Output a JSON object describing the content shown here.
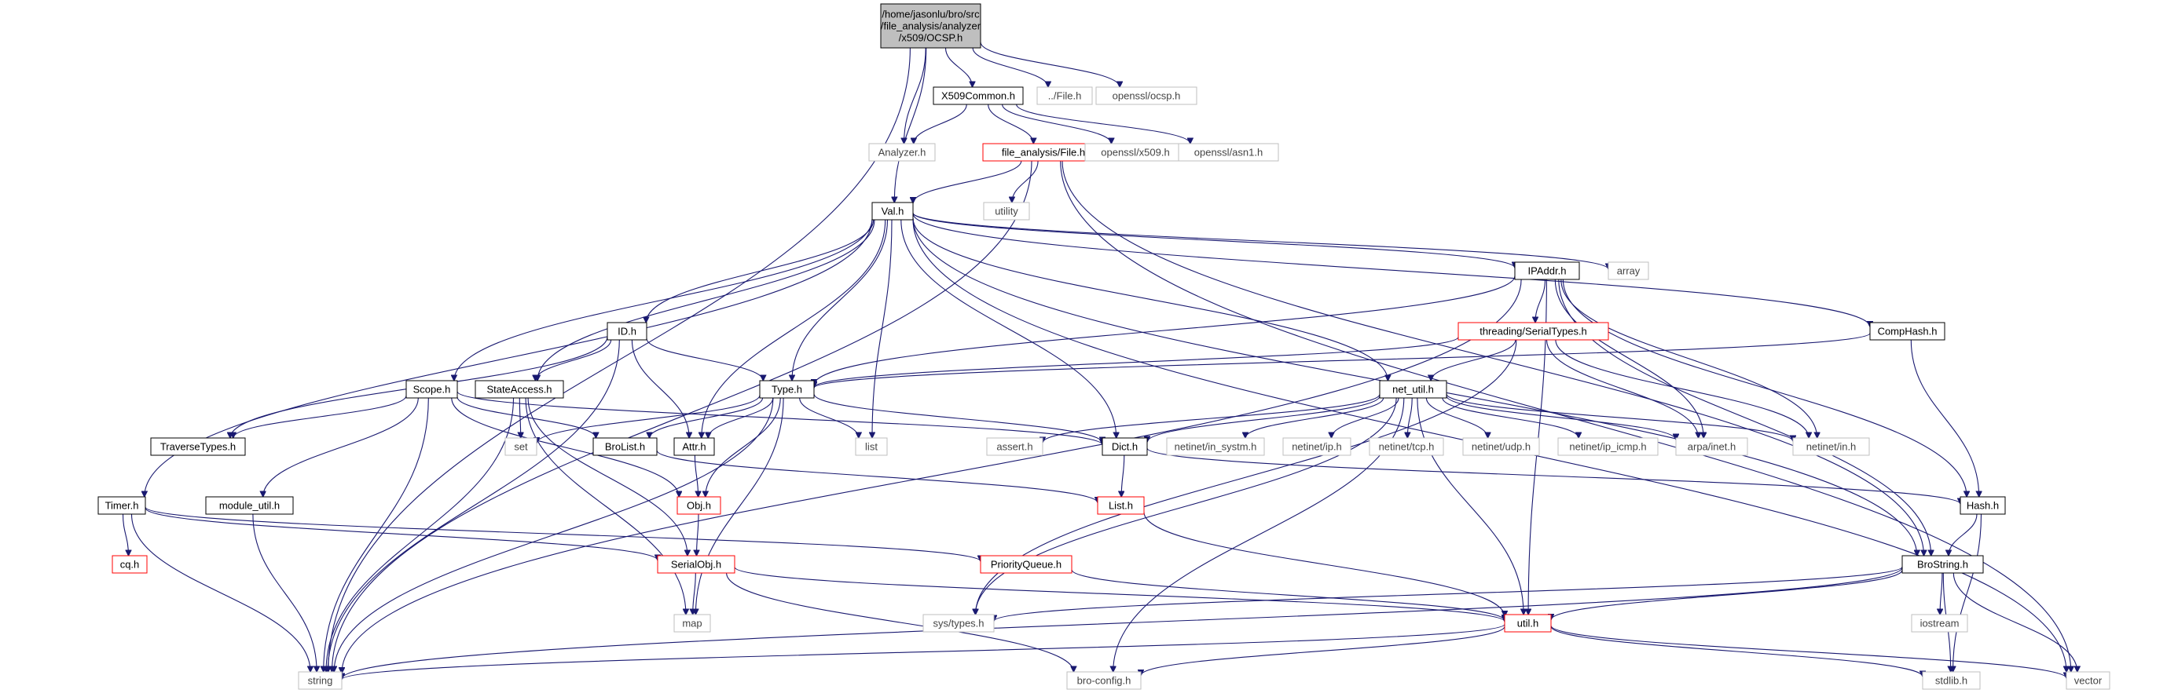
{
  "graph": {
    "nodes": {
      "ocsp": {
        "label": [
          "/home/jasonlu/bro/src",
          "/file_analysis/analyzer",
          "/x509/OCSP.h"
        ],
        "kind": "root"
      },
      "x509common": {
        "label": [
          "X509Common.h"
        ],
        "kind": "documented"
      },
      "file_rel": {
        "label": [
          "../File.h"
        ],
        "kind": "system"
      },
      "openssl_ocsp": {
        "label": [
          "openssl/ocsp.h"
        ],
        "kind": "system"
      },
      "analyzer": {
        "label": [
          "Analyzer.h"
        ],
        "kind": "system"
      },
      "fa_file": {
        "label": [
          "file_analysis/File.h"
        ],
        "kind": "truncated"
      },
      "openssl_x509": {
        "label": [
          "openssl/x509.h"
        ],
        "kind": "system"
      },
      "openssl_asn1": {
        "label": [
          "openssl/asn1.h"
        ],
        "kind": "system"
      },
      "utility": {
        "label": [
          "utility"
        ],
        "kind": "system"
      },
      "val": {
        "label": [
          "Val.h"
        ],
        "kind": "documented"
      },
      "ipaddr": {
        "label": [
          "IPAddr.h"
        ],
        "kind": "documented"
      },
      "array": {
        "label": [
          "array"
        ],
        "kind": "system"
      },
      "comphash": {
        "label": [
          "CompHash.h"
        ],
        "kind": "documented"
      },
      "id": {
        "label": [
          "ID.h"
        ],
        "kind": "documented"
      },
      "serialtypes": {
        "label": [
          "threading/SerialTypes.h"
        ],
        "kind": "truncated"
      },
      "scope": {
        "label": [
          "Scope.h"
        ],
        "kind": "documented"
      },
      "stateaccess": {
        "label": [
          "StateAccess.h"
        ],
        "kind": "documented"
      },
      "type": {
        "label": [
          "Type.h"
        ],
        "kind": "documented"
      },
      "net_util": {
        "label": [
          "net_util.h"
        ],
        "kind": "documented"
      },
      "traversetypes": {
        "label": [
          "TraverseTypes.h"
        ],
        "kind": "documented"
      },
      "set": {
        "label": [
          "set"
        ],
        "kind": "system"
      },
      "brolist": {
        "label": [
          "BroList.h"
        ],
        "kind": "documented"
      },
      "attr": {
        "label": [
          "Attr.h"
        ],
        "kind": "documented"
      },
      "list": {
        "label": [
          "list"
        ],
        "kind": "system"
      },
      "assert": {
        "label": [
          "assert.h"
        ],
        "kind": "system"
      },
      "dict": {
        "label": [
          "Dict.h"
        ],
        "kind": "documented"
      },
      "in_systm": {
        "label": [
          "netinet/in_systm.h"
        ],
        "kind": "system"
      },
      "ip": {
        "label": [
          "netinet/ip.h"
        ],
        "kind": "system"
      },
      "tcp": {
        "label": [
          "netinet/tcp.h"
        ],
        "kind": "system"
      },
      "udp": {
        "label": [
          "netinet/udp.h"
        ],
        "kind": "system"
      },
      "ip_icmp": {
        "label": [
          "netinet/ip_icmp.h"
        ],
        "kind": "system"
      },
      "arpa_inet": {
        "label": [
          "arpa/inet.h"
        ],
        "kind": "system"
      },
      "netinet_in": {
        "label": [
          "netinet/in.h"
        ],
        "kind": "system"
      },
      "timer": {
        "label": [
          "Timer.h"
        ],
        "kind": "documented"
      },
      "module_util": {
        "label": [
          "module_util.h"
        ],
        "kind": "documented"
      },
      "obj": {
        "label": [
          "Obj.h"
        ],
        "kind": "truncated"
      },
      "list_h": {
        "label": [
          "List.h"
        ],
        "kind": "truncated"
      },
      "hash": {
        "label": [
          "Hash.h"
        ],
        "kind": "documented"
      },
      "cq": {
        "label": [
          "cq.h"
        ],
        "kind": "truncated"
      },
      "serialobj": {
        "label": [
          "SerialObj.h"
        ],
        "kind": "truncated"
      },
      "priorityqueue": {
        "label": [
          "PriorityQueue.h"
        ],
        "kind": "truncated"
      },
      "brostring": {
        "label": [
          "BroString.h"
        ],
        "kind": "documented"
      },
      "map": {
        "label": [
          "map"
        ],
        "kind": "system"
      },
      "sys_types": {
        "label": [
          "sys/types.h"
        ],
        "kind": "system"
      },
      "util": {
        "label": [
          "util.h"
        ],
        "kind": "truncated"
      },
      "iostream": {
        "label": [
          "iostream"
        ],
        "kind": "system"
      },
      "string": {
        "label": [
          "string"
        ],
        "kind": "system"
      },
      "bro_config": {
        "label": [
          "bro-config.h"
        ],
        "kind": "system"
      },
      "stdlib": {
        "label": [
          "stdlib.h"
        ],
        "kind": "system"
      },
      "vector": {
        "label": [
          "vector"
        ],
        "kind": "system"
      }
    },
    "edges": [
      [
        "ocsp",
        "string"
      ],
      [
        "ocsp",
        "analyzer"
      ],
      [
        "ocsp",
        "x509common"
      ],
      [
        "ocsp",
        "file_rel"
      ],
      [
        "ocsp",
        "openssl_ocsp"
      ],
      [
        "ocsp",
        "val"
      ],
      [
        "x509common",
        "analyzer"
      ],
      [
        "x509common",
        "fa_file"
      ],
      [
        "x509common",
        "openssl_x509"
      ],
      [
        "x509common",
        "openssl_asn1"
      ],
      [
        "fa_file",
        "string"
      ],
      [
        "fa_file",
        "val"
      ],
      [
        "fa_file",
        "utility"
      ],
      [
        "fa_file",
        "vector"
      ],
      [
        "fa_file",
        "brostring"
      ],
      [
        "val",
        "ipaddr"
      ],
      [
        "val",
        "array"
      ],
      [
        "val",
        "comphash"
      ],
      [
        "val",
        "id"
      ],
      [
        "val",
        "scope"
      ],
      [
        "val",
        "stateaccess"
      ],
      [
        "val",
        "type"
      ],
      [
        "val",
        "net_util"
      ],
      [
        "val",
        "timer"
      ],
      [
        "val",
        "list"
      ],
      [
        "val",
        "attr"
      ],
      [
        "val",
        "dict"
      ],
      [
        "val",
        "brostring"
      ],
      [
        "val",
        "vector"
      ],
      [
        "ipaddr",
        "string"
      ],
      [
        "ipaddr",
        "serialtypes"
      ],
      [
        "ipaddr",
        "type"
      ],
      [
        "ipaddr",
        "arpa_inet"
      ],
      [
        "ipaddr",
        "netinet_in"
      ],
      [
        "ipaddr",
        "util"
      ],
      [
        "ipaddr",
        "brostring"
      ],
      [
        "ipaddr",
        "hash"
      ],
      [
        "comphash",
        "type"
      ],
      [
        "comphash",
        "hash"
      ],
      [
        "id",
        "string"
      ],
      [
        "id",
        "type"
      ],
      [
        "id",
        "attr"
      ],
      [
        "id",
        "stateaccess"
      ],
      [
        "id",
        "traversetypes"
      ],
      [
        "serialtypes",
        "type"
      ],
      [
        "serialtypes",
        "net_util"
      ],
      [
        "serialtypes",
        "arpa_inet"
      ],
      [
        "serialtypes",
        "netinet_in"
      ],
      [
        "serialtypes",
        "sys_types"
      ],
      [
        "scope",
        "string"
      ],
      [
        "scope",
        "traversetypes"
      ],
      [
        "scope",
        "module_util"
      ],
      [
        "scope",
        "obj"
      ],
      [
        "scope",
        "brolist"
      ],
      [
        "scope",
        "dict"
      ],
      [
        "stateaccess",
        "set"
      ],
      [
        "stateaccess",
        "string"
      ],
      [
        "stateaccess",
        "map"
      ],
      [
        "stateaccess",
        "serialobj"
      ],
      [
        "type",
        "set"
      ],
      [
        "type",
        "list"
      ],
      [
        "type",
        "brolist"
      ],
      [
        "type",
        "attr"
      ],
      [
        "type",
        "obj"
      ],
      [
        "type",
        "map"
      ],
      [
        "type",
        "string"
      ],
      [
        "type",
        "dict"
      ],
      [
        "net_util",
        "assert"
      ],
      [
        "net_util",
        "in_systm"
      ],
      [
        "net_util",
        "ip"
      ],
      [
        "net_util",
        "tcp"
      ],
      [
        "net_util",
        "udp"
      ],
      [
        "net_util",
        "ip_icmp"
      ],
      [
        "net_util",
        "arpa_inet"
      ],
      [
        "net_util",
        "netinet_in"
      ],
      [
        "net_util",
        "util"
      ],
      [
        "net_util",
        "sys_types"
      ],
      [
        "net_util",
        "bro_config"
      ],
      [
        "net_util",
        "dict"
      ],
      [
        "brolist",
        "list_h"
      ],
      [
        "attr",
        "obj"
      ],
      [
        "dict",
        "list_h"
      ],
      [
        "dict",
        "hash"
      ],
      [
        "timer",
        "cq"
      ],
      [
        "timer",
        "string"
      ],
      [
        "timer",
        "serialobj"
      ],
      [
        "timer",
        "priorityqueue"
      ],
      [
        "module_util",
        "string"
      ],
      [
        "obj",
        "serialobj"
      ],
      [
        "list_h",
        "util"
      ],
      [
        "hash",
        "brostring"
      ],
      [
        "hash",
        "stdlib"
      ],
      [
        "serialobj",
        "map"
      ],
      [
        "serialobj",
        "util"
      ],
      [
        "serialobj",
        "bro_config"
      ],
      [
        "priorityqueue",
        "util"
      ],
      [
        "brostring",
        "sys_types"
      ],
      [
        "brostring",
        "iostream"
      ],
      [
        "brostring",
        "util"
      ],
      [
        "brostring",
        "string"
      ],
      [
        "brostring",
        "stdlib"
      ],
      [
        "brostring",
        "vector"
      ],
      [
        "util",
        "string"
      ],
      [
        "util",
        "bro_config"
      ],
      [
        "util",
        "stdlib"
      ],
      [
        "util",
        "vector"
      ]
    ],
    "colors": {
      "edge": "#191970",
      "root_fill": "#bfbfbf",
      "documented_border": "#000000",
      "truncated_border": "#ff0000",
      "system_border": "#bfbfbf"
    }
  }
}
